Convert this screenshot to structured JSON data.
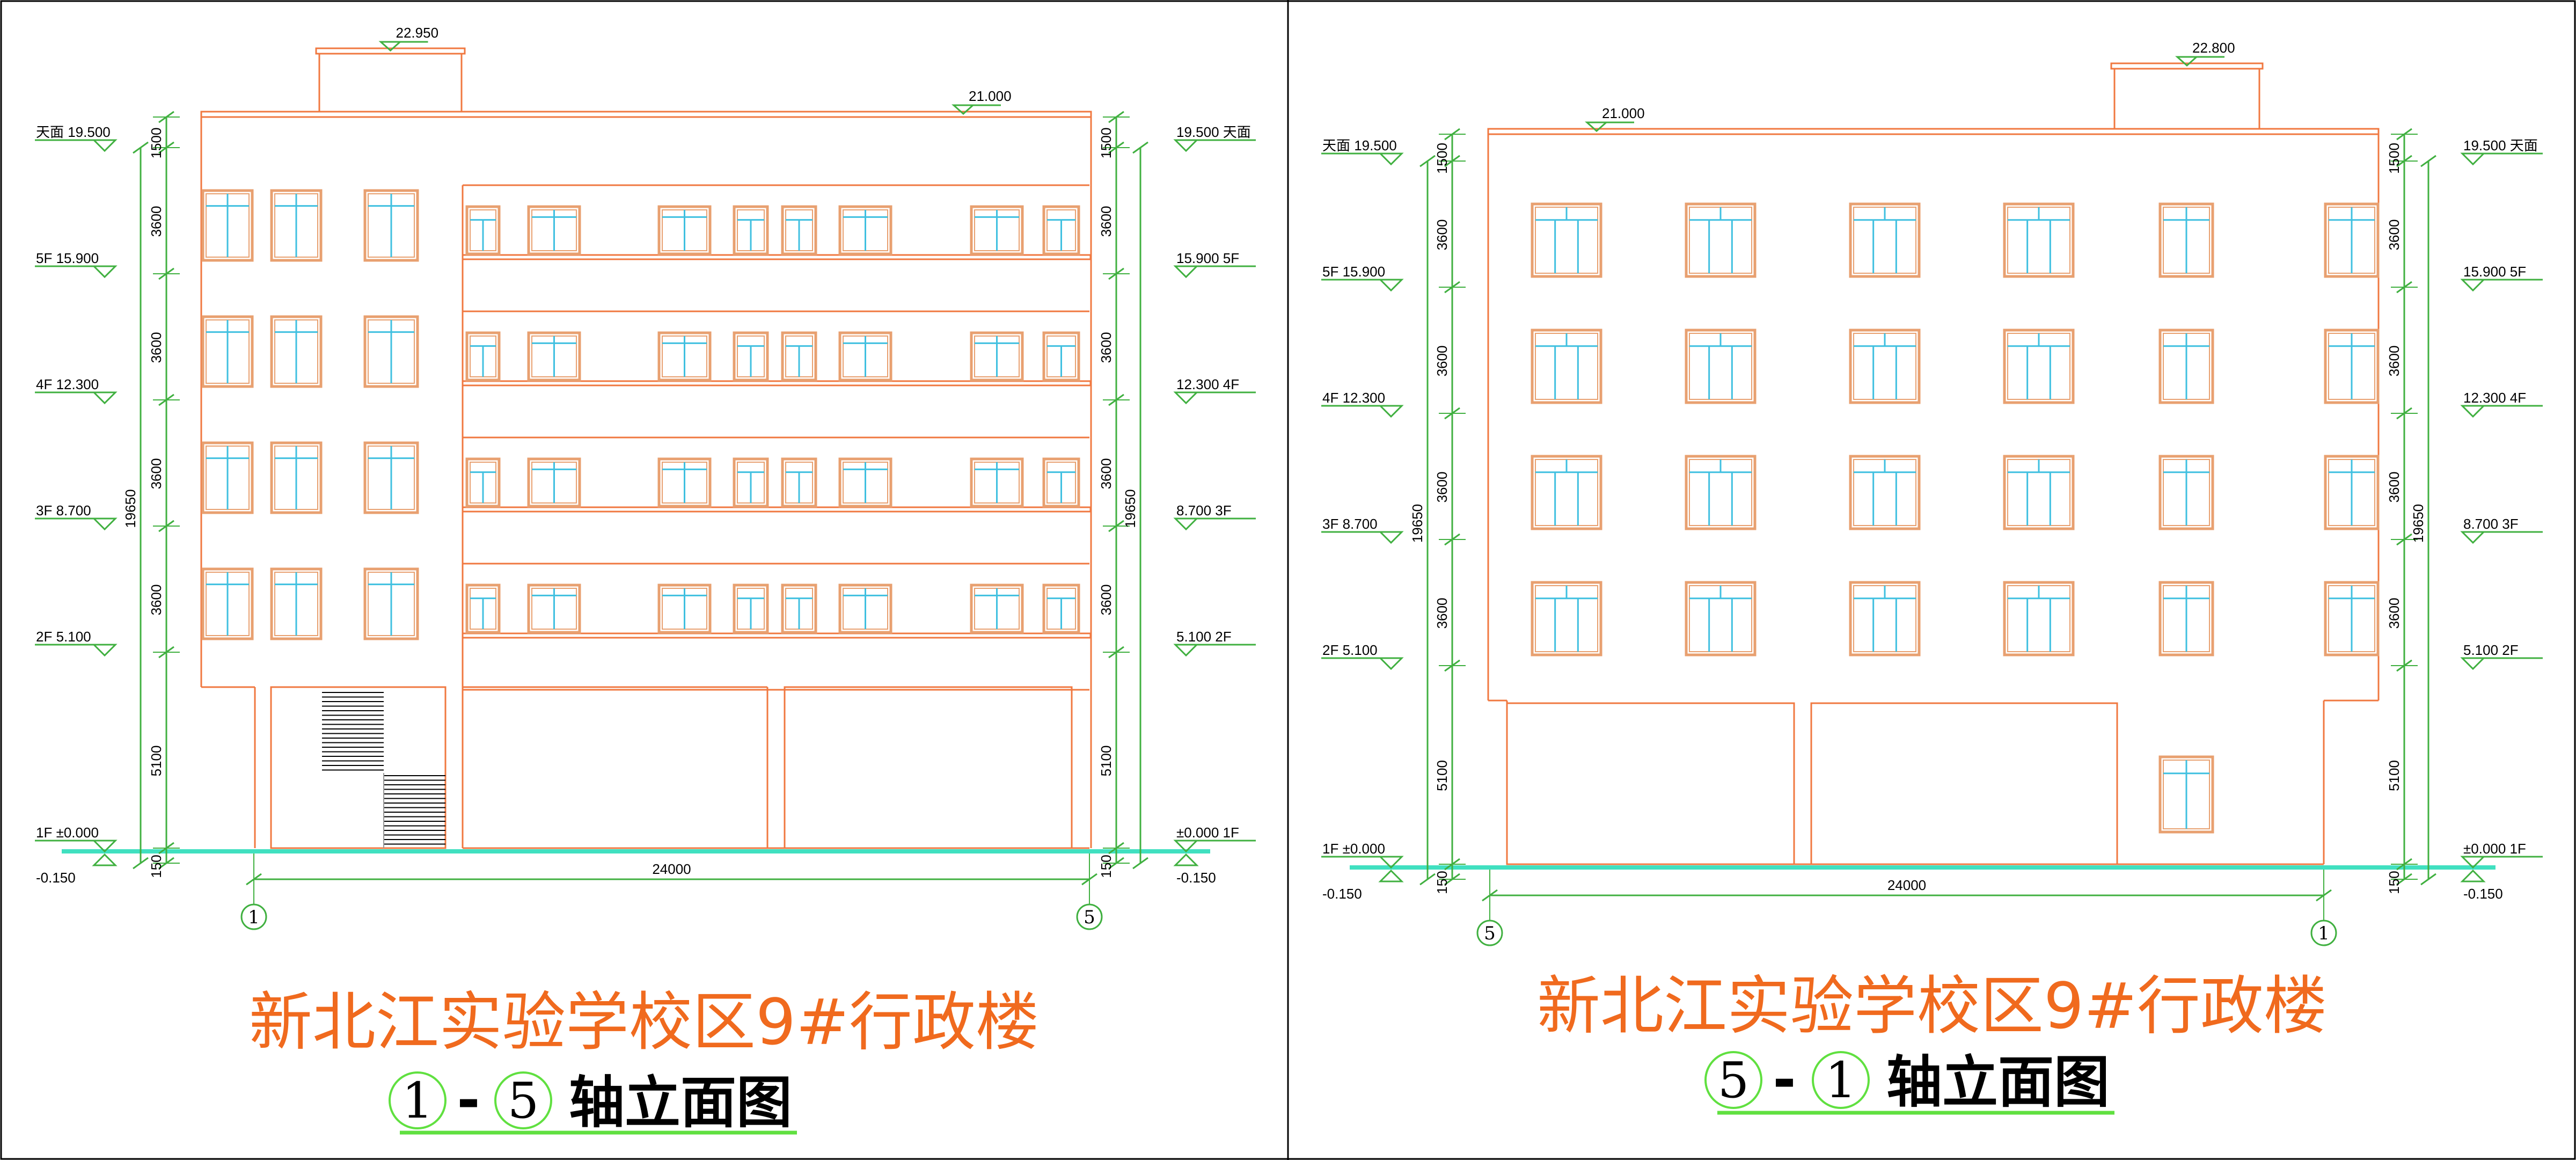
{
  "colors": {
    "building": "#f07840",
    "window_frame": "#e8a070",
    "glass": "#40c0e0",
    "dimension": "#40b040",
    "ground": "#40e0c0",
    "title": "#f06a1e",
    "underline": "#60e040",
    "divider": "#000000"
  },
  "left": {
    "title": "新北江实验学校区9#行政楼",
    "axis_from": "1",
    "dash": "-",
    "axis_to": "5",
    "subtitle_text": "轴立面图",
    "top_elev_roof": "22.950",
    "top_elev_parapet": "21.000",
    "levels_left": [
      {
        "name": "天面",
        "elev": "19.500"
      },
      {
        "name": "5F",
        "elev": "15.900"
      },
      {
        "name": "4F",
        "elev": "12.300"
      },
      {
        "name": "3F",
        "elev": "8.700"
      },
      {
        "name": "2F",
        "elev": "5.100"
      },
      {
        "name": "1F",
        "elev": "±0.000"
      }
    ],
    "levels_right": [
      {
        "name": "天面",
        "elev": "19.500"
      },
      {
        "name": "5F",
        "elev": "15.900"
      },
      {
        "name": "4F",
        "elev": "12.300"
      },
      {
        "name": "3F",
        "elev": "8.700"
      },
      {
        "name": "2F",
        "elev": "5.100"
      },
      {
        "name": "1F",
        "elev": "±0.000"
      }
    ],
    "below_ground": "-0.150",
    "dims_segments": [
      "1500",
      "3600",
      "3600",
      "3600",
      "3600",
      "5100",
      "150"
    ],
    "dim_total": "19650",
    "dim_width": "24000",
    "axis_left_label": "1",
    "axis_right_label": "5"
  },
  "right": {
    "title": "新北江实验学校区9#行政楼",
    "axis_from": "5",
    "dash": "-",
    "axis_to": "1",
    "subtitle_text": "轴立面图",
    "top_elev_roof": "22.800",
    "top_elev_parapet": "21.000",
    "levels_left": [
      {
        "name": "天面",
        "elev": "19.500"
      },
      {
        "name": "5F",
        "elev": "15.900"
      },
      {
        "name": "4F",
        "elev": "12.300"
      },
      {
        "name": "3F",
        "elev": "8.700"
      },
      {
        "name": "2F",
        "elev": "5.100"
      },
      {
        "name": "1F",
        "elev": "±0.000"
      }
    ],
    "levels_right": [
      {
        "name": "天面",
        "elev": "19.500"
      },
      {
        "name": "5F",
        "elev": "15.900"
      },
      {
        "name": "4F",
        "elev": "12.300"
      },
      {
        "name": "3F",
        "elev": "8.700"
      },
      {
        "name": "2F",
        "elev": "5.100"
      },
      {
        "name": "1F",
        "elev": "±0.000"
      }
    ],
    "below_ground": "-0.150",
    "dims_segments": [
      "1500",
      "3600",
      "3600",
      "3600",
      "3600",
      "5100",
      "150"
    ],
    "dim_total": "19650",
    "dim_width": "24000",
    "axis_left_label": "5",
    "axis_right_label": "1"
  }
}
